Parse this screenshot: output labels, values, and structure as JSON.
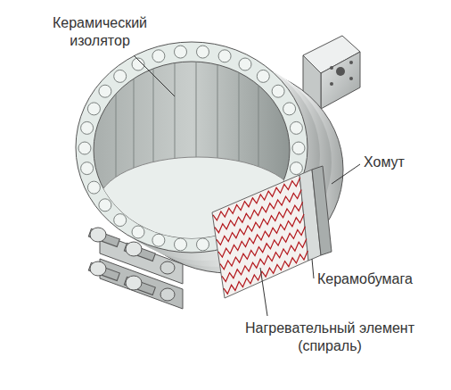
{
  "diagram": {
    "labels": [
      "Керамический изолятор",
      "Хомут",
      "Керамобумага",
      "Нагревательный элемент (спираль)"
    ]
  }
}
